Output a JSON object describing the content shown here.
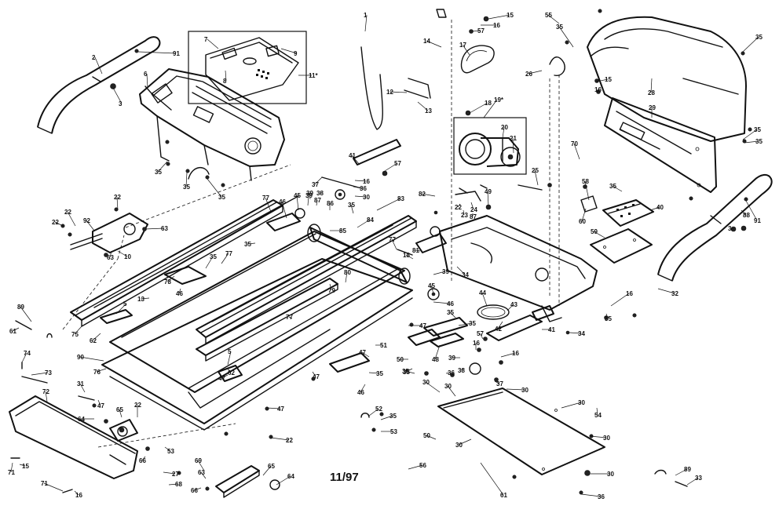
{
  "diagram": {
    "date_code": "11/97",
    "labels": [
      {
        "t": "1"
      },
      {
        "t": "2"
      },
      {
        "t": "3"
      },
      {
        "t": "6"
      },
      {
        "t": "91"
      },
      {
        "t": "7"
      },
      {
        "t": "8"
      },
      {
        "t": "9"
      },
      {
        "t": "11*"
      },
      {
        "t": "35"
      },
      {
        "t": "35"
      },
      {
        "t": "35"
      },
      {
        "t": "14"
      },
      {
        "t": "17"
      },
      {
        "t": "57"
      },
      {
        "t": "15"
      },
      {
        "t": "16"
      },
      {
        "t": "12"
      },
      {
        "t": "13"
      },
      {
        "t": "55"
      },
      {
        "t": "35"
      },
      {
        "t": "35"
      },
      {
        "t": "26"
      },
      {
        "t": "15"
      },
      {
        "t": "16"
      },
      {
        "t": "28"
      },
      {
        "t": "29"
      },
      {
        "t": "35"
      },
      {
        "t": "35"
      },
      {
        "t": "18"
      },
      {
        "t": "19*"
      },
      {
        "t": "20"
      },
      {
        "t": "21"
      },
      {
        "t": "70"
      },
      {
        "t": "25"
      },
      {
        "t": "35"
      },
      {
        "t": "58"
      },
      {
        "t": "60"
      },
      {
        "t": "40"
      },
      {
        "t": "59"
      },
      {
        "t": "91"
      },
      {
        "t": "88"
      },
      {
        "t": "3"
      },
      {
        "t": "32"
      },
      {
        "t": "41"
      },
      {
        "t": "57"
      },
      {
        "t": "37"
      },
      {
        "t": "16"
      },
      {
        "t": "36"
      },
      {
        "t": "30"
      },
      {
        "t": "82"
      },
      {
        "t": "22"
      },
      {
        "t": "23"
      },
      {
        "t": "24"
      },
      {
        "t": "87"
      },
      {
        "t": "49"
      },
      {
        "t": "38"
      },
      {
        "t": "39"
      },
      {
        "t": "87"
      },
      {
        "t": "86"
      },
      {
        "t": "35"
      },
      {
        "t": "84"
      },
      {
        "t": "85"
      },
      {
        "t": "83"
      },
      {
        "t": "22"
      },
      {
        "t": "22"
      },
      {
        "t": "92"
      },
      {
        "t": "22"
      },
      {
        "t": "63"
      },
      {
        "t": "63"
      },
      {
        "t": "10"
      },
      {
        "t": "77"
      },
      {
        "t": "45"
      },
      {
        "t": "39"
      },
      {
        "t": "46"
      },
      {
        "t": "35"
      },
      {
        "t": "35"
      },
      {
        "t": "77"
      },
      {
        "t": "78"
      },
      {
        "t": "13"
      },
      {
        "t": "46"
      },
      {
        "t": "5"
      },
      {
        "t": "75"
      },
      {
        "t": "62"
      },
      {
        "t": "89"
      },
      {
        "t": "61"
      },
      {
        "t": "90"
      },
      {
        "t": "76"
      },
      {
        "t": "74"
      },
      {
        "t": "73"
      },
      {
        "t": "31"
      },
      {
        "t": "47"
      },
      {
        "t": "72"
      },
      {
        "t": "64"
      },
      {
        "t": "65"
      },
      {
        "t": "22"
      },
      {
        "t": "66"
      },
      {
        "t": "53"
      },
      {
        "t": "71"
      },
      {
        "t": "15"
      },
      {
        "t": "71"
      },
      {
        "t": "16"
      },
      {
        "t": "27"
      },
      {
        "t": "68"
      },
      {
        "t": "69"
      },
      {
        "t": "63"
      },
      {
        "t": "66"
      },
      {
        "t": "65"
      },
      {
        "t": "64"
      },
      {
        "t": "5"
      },
      {
        "t": "62"
      },
      {
        "t": "47"
      },
      {
        "t": "47"
      },
      {
        "t": "46"
      },
      {
        "t": "35"
      },
      {
        "t": "47"
      },
      {
        "t": "22"
      },
      {
        "t": "80"
      },
      {
        "t": "79"
      },
      {
        "t": "77"
      },
      {
        "t": "51"
      },
      {
        "t": "47"
      },
      {
        "t": "77"
      },
      {
        "t": "81"
      },
      {
        "t": "18"
      },
      {
        "t": "39"
      },
      {
        "t": "34"
      },
      {
        "t": "45"
      },
      {
        "t": "46"
      },
      {
        "t": "35"
      },
      {
        "t": "47"
      },
      {
        "t": "35"
      },
      {
        "t": "48"
      },
      {
        "t": "50"
      },
      {
        "t": "35"
      },
      {
        "t": "52"
      },
      {
        "t": "35"
      },
      {
        "t": "53"
      },
      {
        "t": "50"
      },
      {
        "t": "56"
      },
      {
        "t": "44"
      },
      {
        "t": "43"
      },
      {
        "t": "42"
      },
      {
        "t": "41"
      },
      {
        "t": "34"
      },
      {
        "t": "57"
      },
      {
        "t": "16"
      },
      {
        "t": "39"
      },
      {
        "t": "16"
      },
      {
        "t": "38"
      },
      {
        "t": "36"
      },
      {
        "t": "35"
      },
      {
        "t": "37"
      },
      {
        "t": "30"
      },
      {
        "t": "30"
      },
      {
        "t": "30"
      },
      {
        "t": "30"
      },
      {
        "t": "54"
      },
      {
        "t": "30"
      },
      {
        "t": "30"
      },
      {
        "t": "36"
      },
      {
        "t": "30"
      },
      {
        "t": "61"
      },
      {
        "t": "89"
      },
      {
        "t": "33"
      },
      {
        "t": "16"
      },
      {
        "t": "35"
      }
    ]
  }
}
